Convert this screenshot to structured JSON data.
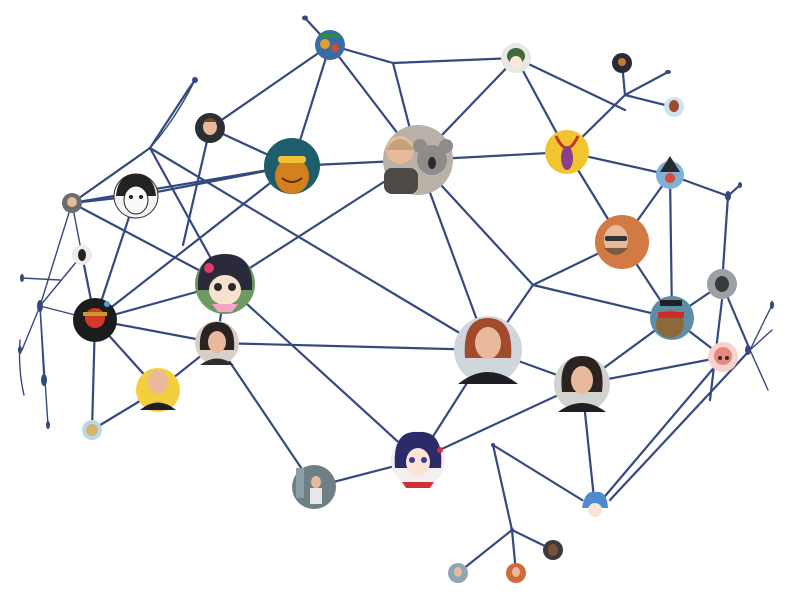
{
  "diagram": {
    "type": "social-network",
    "colors": {
      "edge": "#34497f",
      "background": "#ffffff"
    },
    "nodes": [
      {
        "id": "avatar-koala",
        "icon": "person-with-koala-photo"
      },
      {
        "id": "avatar-red-hair-woman",
        "icon": "woman-red-hair-photo"
      },
      {
        "id": "avatar-anime-girl-tiara",
        "icon": "anime-girl-photo"
      },
      {
        "id": "avatar-woman-dark-hair-right",
        "icon": "woman-dark-hair-photo"
      },
      {
        "id": "avatar-anime-flower-girl",
        "icon": "anime-flower-girl-photo"
      },
      {
        "id": "avatar-ape-sunglasses",
        "icon": "ape-with-sunglasses-photo"
      },
      {
        "id": "avatar-bearded-man-glasses",
        "icon": "bearded-man-photo"
      },
      {
        "id": "avatar-yellow-art",
        "icon": "yellow-art-photo"
      },
      {
        "id": "avatar-bald-man",
        "icon": "bald-man-photo"
      },
      {
        "id": "avatar-woman-smiling-left",
        "icon": "smiling-woman-photo"
      },
      {
        "id": "avatar-man-street",
        "icon": "man-street-photo"
      },
      {
        "id": "avatar-sketch-face",
        "icon": "sketch-face-photo"
      },
      {
        "id": "avatar-red-ape",
        "icon": "red-ape-photo"
      }
    ]
  }
}
